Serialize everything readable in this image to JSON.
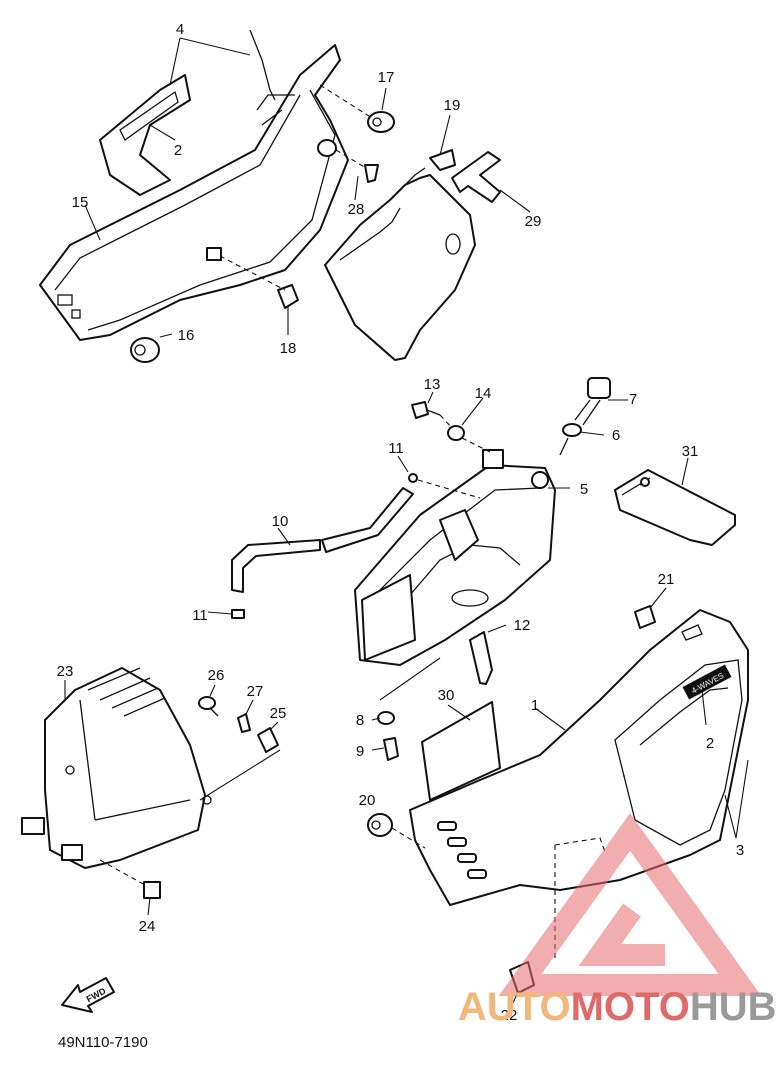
{
  "diagram": {
    "catalog_code": "49N110-7190",
    "labels": {
      "p1": "1",
      "p2a": "2",
      "p2b": "2",
      "p3": "3",
      "p4": "4",
      "p5": "5",
      "p6": "6",
      "p7": "7",
      "p8": "8",
      "p9": "9",
      "p10": "10",
      "p11a": "11",
      "p11b": "11",
      "p12": "12",
      "p13": "13",
      "p14": "14",
      "p15": "15",
      "p16": "16",
      "p17": "17",
      "p18": "18",
      "p19": "19",
      "p20": "20",
      "p21": "21",
      "p22": "22",
      "p23": "23",
      "p24": "24",
      "p25": "25",
      "p26": "26",
      "p27": "27",
      "p28": "28",
      "p29": "29",
      "p30": "30",
      "p31": "31"
    },
    "fwd_arrow_text": "FWD",
    "emblem_text": "4-WAVES"
  },
  "watermark": {
    "part1": "AUTO",
    "part2": "MOTO",
    "part3": "HUB",
    "color_primary": "#f3b77a",
    "color_secondary": "#e06a6a",
    "color_tertiary": "#9a9a9a"
  }
}
